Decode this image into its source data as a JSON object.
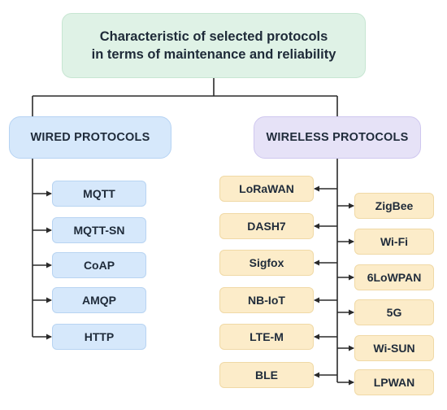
{
  "title": {
    "line1": "Characteristic of selected protocols",
    "line2": "in terms of maintenance and reliability"
  },
  "wired": {
    "label": "WIRED PROTOCOLS",
    "items": [
      "MQTT",
      "MQTT-SN",
      "CoAP",
      "AMQP",
      "HTTP"
    ]
  },
  "wireless": {
    "label": "WIRELESS PROTOCOLS",
    "left_items": [
      "LoRaWAN",
      "DASH7",
      "Sigfox",
      "NB-IoT",
      "LTE-M",
      "BLE"
    ],
    "right_items": [
      "ZigBee",
      "Wi-Fi",
      "6LoWPAN",
      "5G",
      "Wi-SUN",
      "LPWAN"
    ]
  },
  "colors": {
    "title_bg": "#dff2e6",
    "wired_bg": "#d6e8fb",
    "wireless_bg": "#e6e2f7",
    "wireless_item_bg": "#fcecc9",
    "line": "#2a2a2a"
  }
}
